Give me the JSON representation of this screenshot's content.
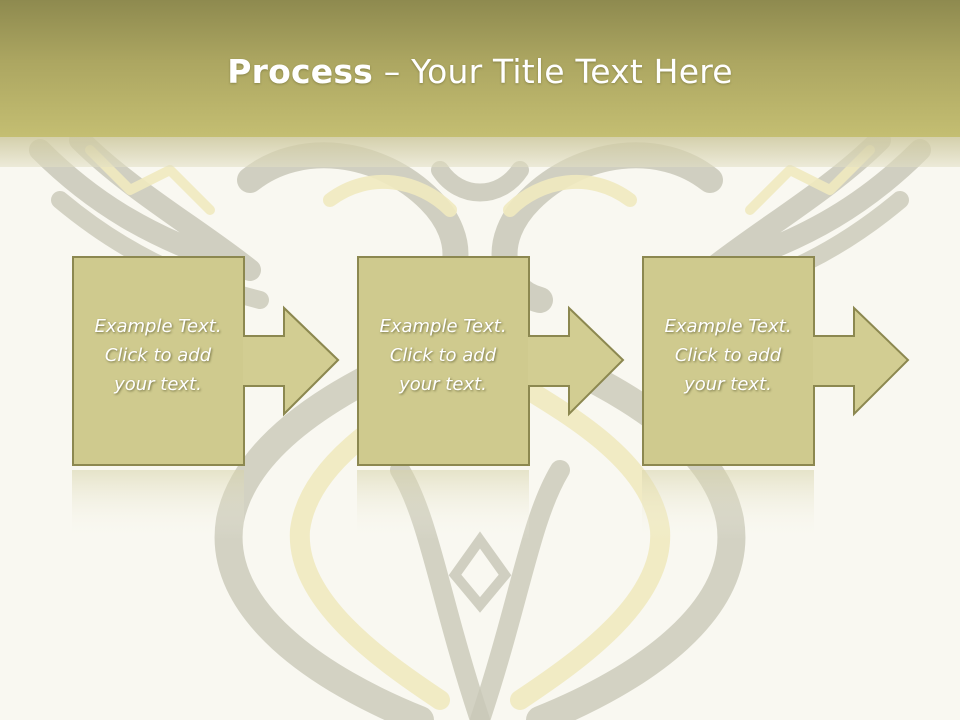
{
  "title": {
    "bold": "Process",
    "rest": " – Your Title Text Here"
  },
  "steps": [
    {
      "lines": [
        "Example Text.",
        "Click  to add",
        "your text."
      ]
    },
    {
      "lines": [
        "Example Text.",
        "Click  to add",
        "your text."
      ]
    },
    {
      "lines": [
        "Example Text.",
        "Click  to add",
        "your text."
      ]
    }
  ],
  "colors": {
    "title_band": "#aca661",
    "box_fill": "#cfca8e",
    "box_stroke": "#8c8850",
    "arrow_fill": "#d2cd92",
    "background": "#f9f8f1"
  }
}
